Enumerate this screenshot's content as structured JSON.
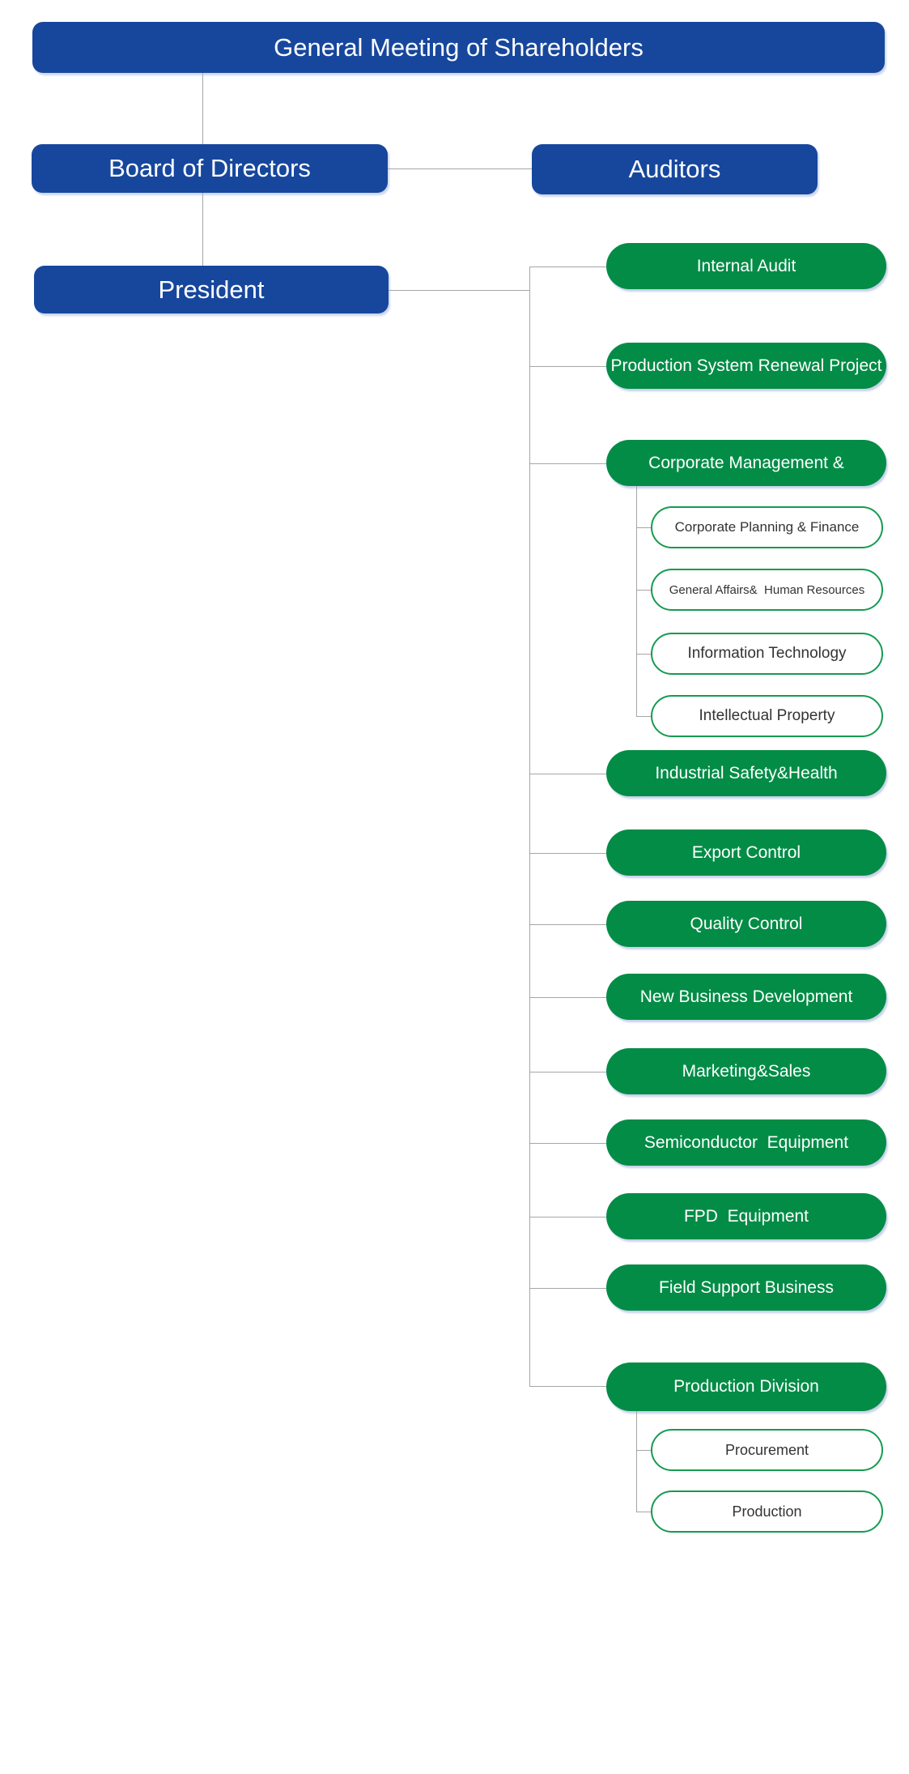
{
  "org": {
    "shareholders": "General Meeting of Shareholders",
    "board": "Board of Directors",
    "auditors": "Auditors",
    "president": "President",
    "departments": [
      {
        "label": "Internal Audit"
      },
      {
        "label": "Production System Renewal Project"
      },
      {
        "label": "Corporate Management &"
      },
      {
        "label": "Industrial Safety&Health"
      },
      {
        "label": "Export Control"
      },
      {
        "label": "Quality Control"
      },
      {
        "label": "New Business Development"
      },
      {
        "label": "Marketing&Sales"
      },
      {
        "label": "Semiconductor  Equipment"
      },
      {
        "label": "FPD  Equipment"
      },
      {
        "label": "Field Support Business"
      },
      {
        "label": "Production Division"
      }
    ],
    "corporate_management_children": [
      {
        "label": "Corporate Planning & Finance"
      },
      {
        "label": "General Affairs&  Human Resources"
      },
      {
        "label": "Information Technology"
      },
      {
        "label": "Intellectual Property"
      }
    ],
    "production_division_children": [
      {
        "label": "Procurement"
      },
      {
        "label": "Production"
      }
    ]
  },
  "colors": {
    "box_blue": "#17479d",
    "pill_green": "#038c46",
    "pill_border_green": "#169b50",
    "connector_gray": "#a6a6a6",
    "text_white": "#ffffff",
    "text_dark": "#333333"
  }
}
